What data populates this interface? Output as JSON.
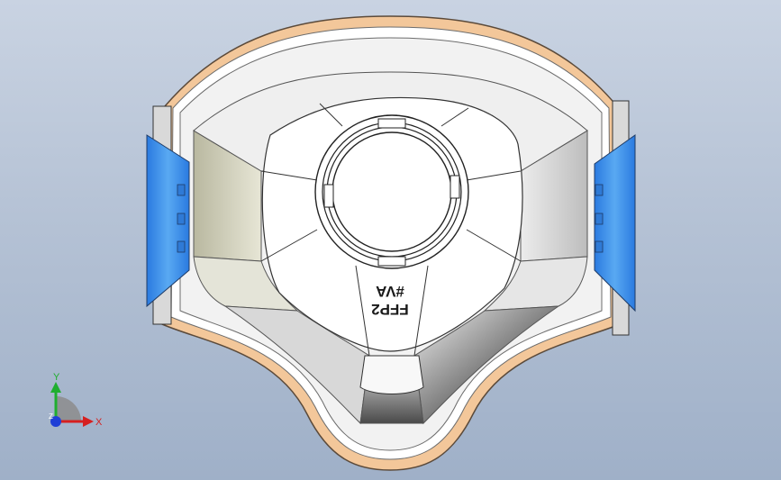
{
  "viewport": {
    "background_top": "#c9d3e2",
    "background_bottom": "#9fb0c8"
  },
  "model": {
    "mask_markings": {
      "line1": "FFP2",
      "line2": "#VA",
      "orientation": "upside-down"
    },
    "colors": {
      "rim": "#f2c79a",
      "body": "#f4f4f4",
      "side_straps": "#3d8fe6",
      "shadow": "#505050"
    }
  },
  "triad": {
    "x_label": "X",
    "y_label": "Y",
    "z_label": "Z",
    "x_color": "#d62020",
    "y_color": "#1fae2f",
    "z_color": "#1f3fd6"
  }
}
